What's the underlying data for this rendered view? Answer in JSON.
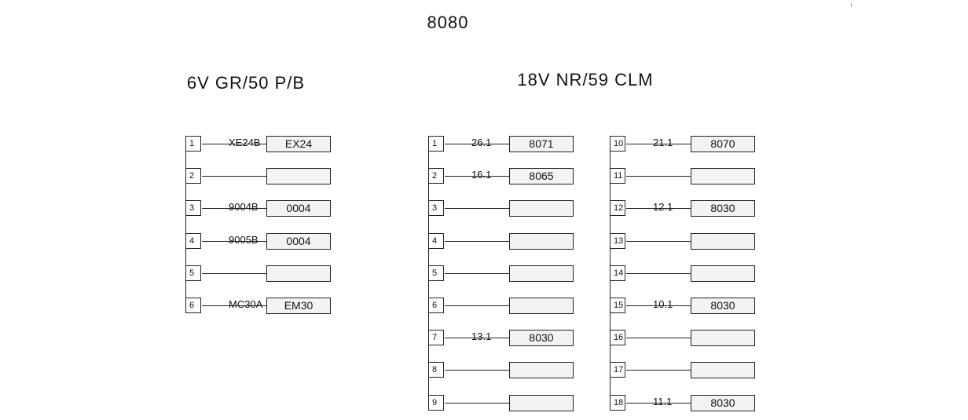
{
  "main_title": "8080",
  "left": {
    "title": "6V GR/50 P/B",
    "rows": [
      {
        "pin": "1",
        "wire": "XE24B",
        "box": "EX24"
      },
      {
        "pin": "2",
        "wire": "",
        "box": ""
      },
      {
        "pin": "3",
        "wire": "9004B",
        "box": "0004"
      },
      {
        "pin": "4",
        "wire": "9005B",
        "box": "0004"
      },
      {
        "pin": "5",
        "wire": "",
        "box": ""
      },
      {
        "pin": "6",
        "wire": "MC30A",
        "box": "EM30"
      }
    ]
  },
  "right": {
    "title": "18V NR/59 CLM",
    "col1": [
      {
        "pin": "1",
        "wire": "26.1",
        "box": "8071"
      },
      {
        "pin": "2",
        "wire": "16.1",
        "box": "8065"
      },
      {
        "pin": "3",
        "wire": "",
        "box": ""
      },
      {
        "pin": "4",
        "wire": "",
        "box": ""
      },
      {
        "pin": "5",
        "wire": "",
        "box": ""
      },
      {
        "pin": "6",
        "wire": "",
        "box": ""
      },
      {
        "pin": "7",
        "wire": "13.1",
        "box": "8030"
      },
      {
        "pin": "8",
        "wire": "",
        "box": ""
      },
      {
        "pin": "9",
        "wire": "",
        "box": ""
      }
    ],
    "col2": [
      {
        "pin": "10",
        "wire": "21.1",
        "box": "8070"
      },
      {
        "pin": "11",
        "wire": "",
        "box": ""
      },
      {
        "pin": "12",
        "wire": "12.1",
        "box": "8030"
      },
      {
        "pin": "13",
        "wire": "",
        "box": ""
      },
      {
        "pin": "14",
        "wire": "",
        "box": ""
      },
      {
        "pin": "15",
        "wire": "10.1",
        "box": "8030"
      },
      {
        "pin": "16",
        "wire": "",
        "box": ""
      },
      {
        "pin": "17",
        "wire": "",
        "box": ""
      },
      {
        "pin": "18",
        "wire": "11.1",
        "box": "8030"
      }
    ]
  }
}
